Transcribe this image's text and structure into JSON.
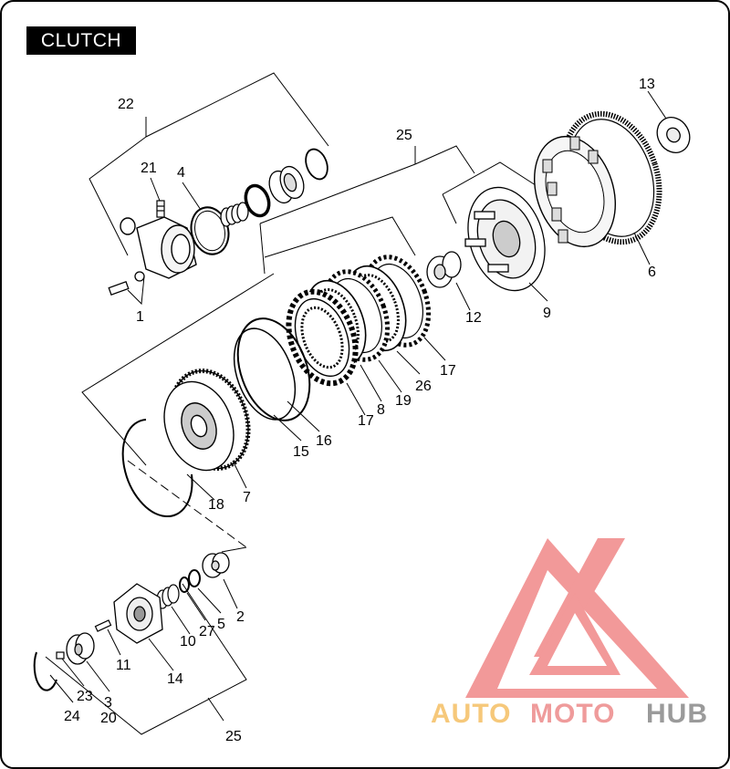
{
  "title": "CLUTCH",
  "callouts": {
    "c1": "1",
    "c2": "2",
    "c3": "3",
    "c4": "4",
    "c5": "5",
    "c6": "6",
    "c7": "7",
    "c8": "8",
    "c9": "9",
    "c10": "10",
    "c11": "11",
    "c12": "12",
    "c13": "13",
    "c14": "14",
    "c15": "15",
    "c16": "16",
    "c17a": "17",
    "c17b": "17",
    "c18": "18",
    "c19": "19",
    "c20": "20",
    "c21": "21",
    "c22": "22",
    "c23": "23",
    "c24": "24",
    "c25a": "25",
    "c25b": "25",
    "c26": "26",
    "c27": "27"
  },
  "watermark": {
    "part1": "AUTO",
    "part2": "MOTO",
    "part3": "HUB"
  },
  "colors": {
    "frame": "#000000",
    "title_bg": "#000000",
    "watermark_red": "#e85a5a",
    "watermark_yellow": "#f6c87a",
    "watermark_gray": "#9a9a9a"
  }
}
